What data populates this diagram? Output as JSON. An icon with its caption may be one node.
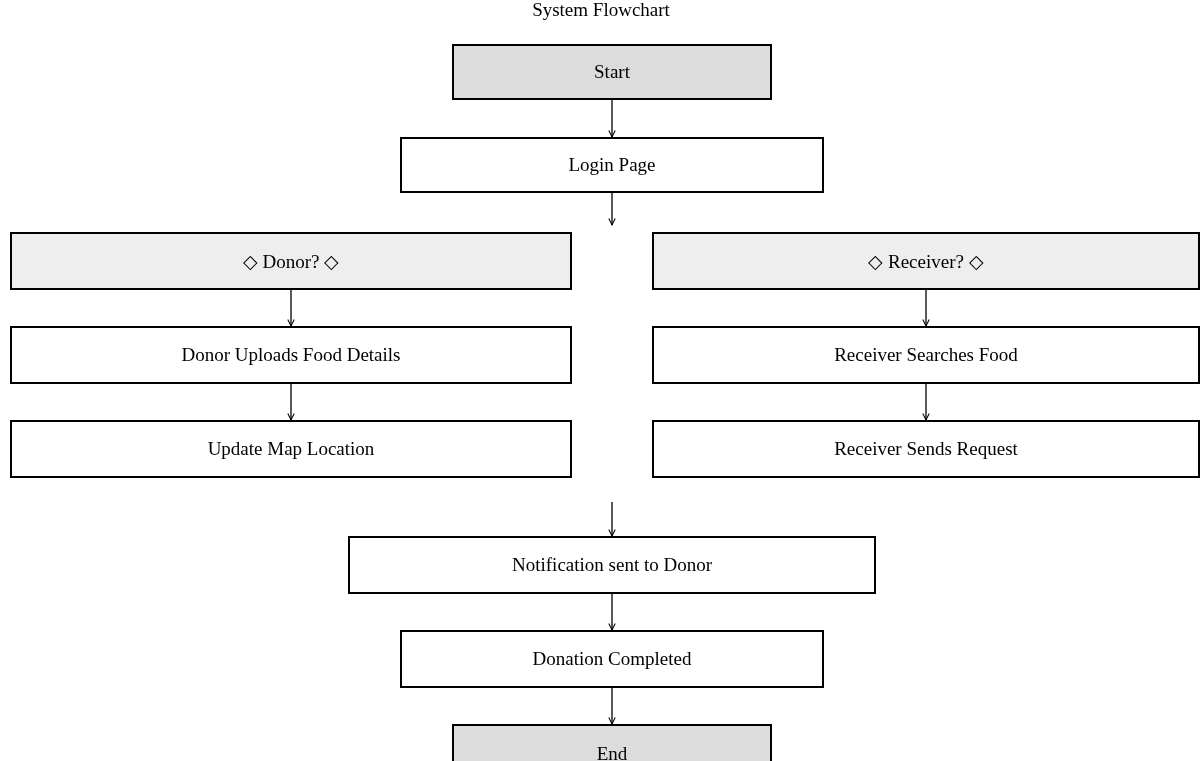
{
  "diagram": {
    "title": "System Flowchart",
    "nodes": [
      {
        "text": [
          "Start"
        ]
      },
      {
        "text": [
          "Login Page"
        ]
      },
      {
        "text": [
          "◇ Donor? ◇"
        ]
      },
      {
        "text": [
          "◇ Receiver? ◇"
        ]
      },
      {
        "text": [
          "Donor Uploads Food Details"
        ]
      },
      {
        "text": [
          "Update Map Location"
        ]
      },
      {
        "text": [
          "Receiver Searches Food"
        ]
      },
      {
        "text": [
          "Receiver Sends Request"
        ]
      },
      {
        "text": [
          "Notification sent to Donor"
        ]
      },
      {
        "text": [
          "Donation Completed"
        ]
      },
      {
        "text": [
          "End"
        ]
      }
    ],
    "edges": [
      {
        "from": 0,
        "to": 1,
        "arrow": "to"
      },
      {
        "from": 1,
        "to": null,
        "arrow": "to"
      },
      {
        "from": 2,
        "to": 4,
        "arrow": "to"
      },
      {
        "from": 4,
        "to": 5,
        "arrow": "to"
      },
      {
        "from": 3,
        "to": 6,
        "arrow": "to"
      },
      {
        "from": 6,
        "to": 7,
        "arrow": "to"
      },
      {
        "from": null,
        "to": 8,
        "arrow": "to"
      },
      {
        "from": 8,
        "to": 9,
        "arrow": "to"
      },
      {
        "from": 9,
        "to": 10,
        "arrow": "to"
      }
    ]
  }
}
